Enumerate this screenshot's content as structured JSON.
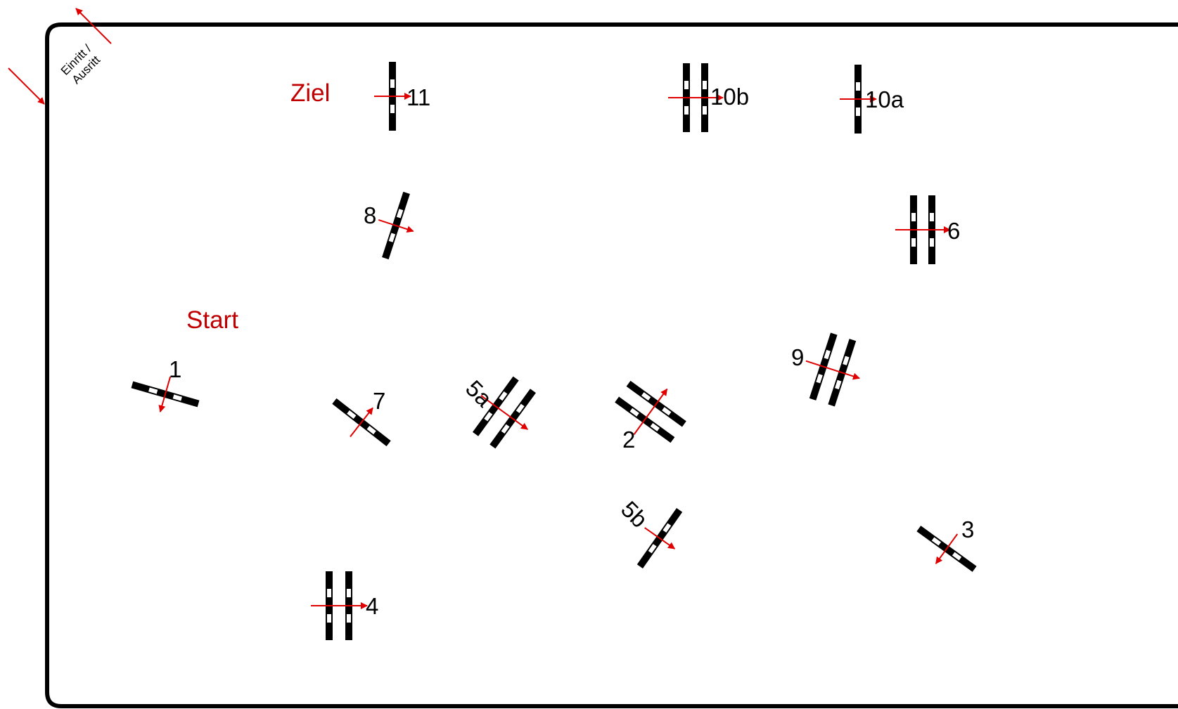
{
  "entry": {
    "line1": "Einritt /",
    "line2": "Ausritt"
  },
  "start_label": "Start",
  "finish_label": "Ziel",
  "colors": {
    "border": "#000000",
    "pole_dark": "#000000",
    "pole_light": "#ffffff",
    "arrow": "#e00000",
    "label_red": "#c00000"
  },
  "obstacles": [
    {
      "id": "1",
      "label": "1",
      "type": "single"
    },
    {
      "id": "2",
      "label": "2",
      "type": "double"
    },
    {
      "id": "3",
      "label": "3",
      "type": "single"
    },
    {
      "id": "4",
      "label": "4",
      "type": "double"
    },
    {
      "id": "5a",
      "label": "5a",
      "type": "double"
    },
    {
      "id": "5b",
      "label": "5b",
      "type": "single"
    },
    {
      "id": "6",
      "label": "6",
      "type": "double"
    },
    {
      "id": "7",
      "label": "7",
      "type": "single"
    },
    {
      "id": "8",
      "label": "8",
      "type": "single"
    },
    {
      "id": "9",
      "label": "9",
      "type": "double"
    },
    {
      "id": "10a",
      "label": "10a",
      "type": "single"
    },
    {
      "id": "10b",
      "label": "10b",
      "type": "double"
    },
    {
      "id": "11",
      "label": "11",
      "type": "single"
    }
  ]
}
